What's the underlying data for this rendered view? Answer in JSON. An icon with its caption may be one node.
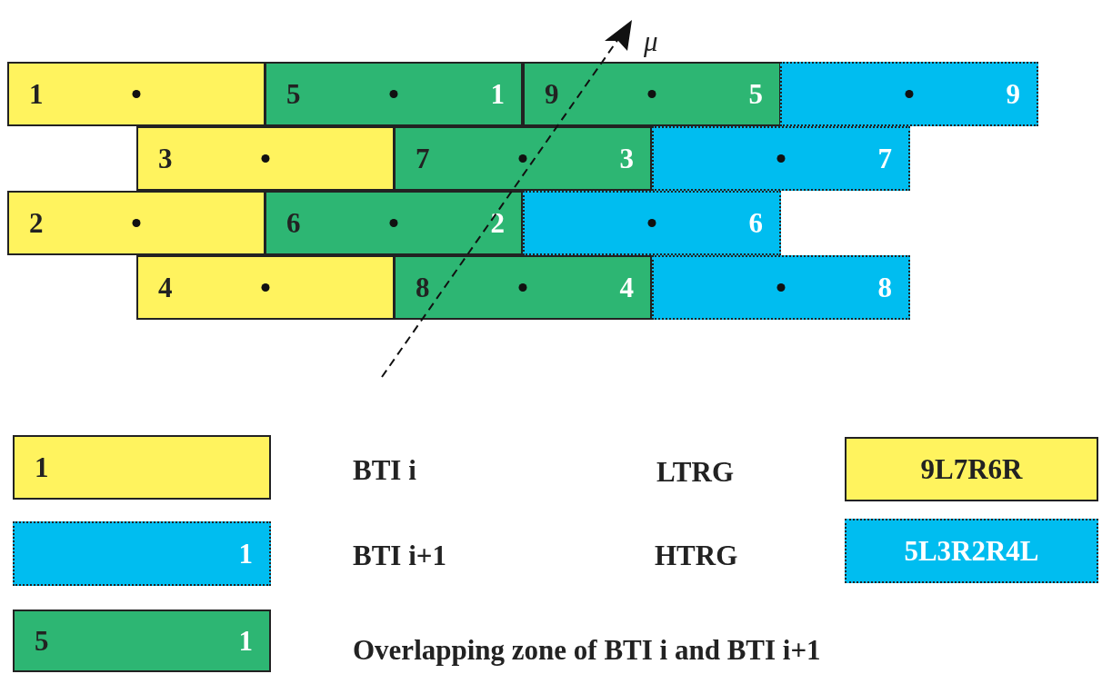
{
  "diagram": {
    "nodes": [
      {
        "text": [
          "1"
        ]
      },
      {
        "text": [
          "5",
          "1"
        ]
      },
      {
        "text": [
          "9",
          "5"
        ]
      },
      {
        "text": [
          "9"
        ]
      },
      {
        "text": [
          "3"
        ]
      },
      {
        "text": [
          "7",
          "3"
        ]
      },
      {
        "text": [
          "7"
        ]
      },
      {
        "text": [
          "2"
        ]
      },
      {
        "text": [
          "6",
          "2"
        ]
      },
      {
        "text": [
          "6"
        ]
      },
      {
        "text": [
          "4"
        ]
      },
      {
        "text": [
          "8",
          "4"
        ]
      },
      {
        "text": [
          "8"
        ]
      },
      {
        "text": [
          "1"
        ]
      },
      {
        "text": [
          "9L7R6R"
        ]
      },
      {
        "text": [
          "1"
        ]
      },
      {
        "text": [
          "5L3R2R4L"
        ]
      },
      {
        "text": [
          "5",
          "1"
        ]
      }
    ],
    "edges": [],
    "labels": [
      "μ",
      "BTI i",
      "LTRG",
      "BTI i+1",
      "HTRG",
      "Overlapping zone of BTI i and BTI i+1"
    ]
  }
}
